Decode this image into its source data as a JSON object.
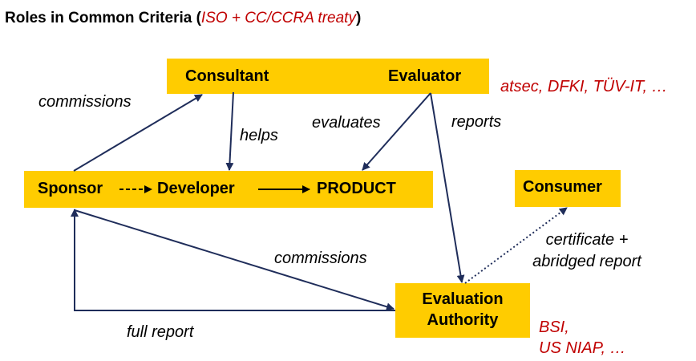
{
  "title": {
    "main": "Roles in Common Criteria (",
    "accent": "ISO + CC/CCRA treaty",
    "close": ")"
  },
  "nodes": {
    "consultant": "Consultant",
    "evaluator": "Evaluator",
    "sponsor": "Sponsor",
    "developer": "Developer",
    "product": "PRODUCT",
    "consumer": "Consumer",
    "authority_line1": "Evaluation",
    "authority_line2": "Authority"
  },
  "edges": {
    "commissions_consultant": "commissions",
    "helps": "helps",
    "evaluates": "evaluates",
    "reports": "reports",
    "commissions_authority": "commissions",
    "full_report": "full report",
    "certificate_line1": "certificate +",
    "certificate_line2": "abridged report"
  },
  "annotations": {
    "evaluators": "atsec, DFKI, TÜV-IT, …",
    "authorities_line1": "BSI,",
    "authorities_line2": "US NIAP, …"
  },
  "colors": {
    "box_fill": "#ffcc00",
    "line": "#1f2d5a",
    "accent": "#c00000"
  }
}
